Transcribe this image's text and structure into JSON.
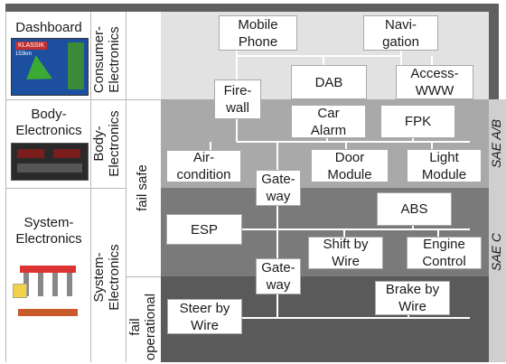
{
  "left_column": {
    "dashboard": {
      "label": "Dashboard",
      "screen_title": "KLASSIK",
      "screen_sub": "153km"
    },
    "body": {
      "label": "Body-\nElectronics"
    },
    "system": {
      "label": "System-\nElectronics"
    }
  },
  "domain_labels": {
    "consumer": "Consumer-\nElectronics",
    "body": "Body-\nElectronics",
    "system": "System-\nElectronics"
  },
  "safety_labels": {
    "fail_safe": "fail safe",
    "fail_operational": "fail\noperational"
  },
  "sae_labels": {
    "ab": "SAE A/B",
    "c": "SAE C"
  },
  "nodes": {
    "mobile_phone": "Mobile\nPhone",
    "navigation": "Navi-\ngation",
    "dab": "DAB",
    "access_www": "Access-\nWWW",
    "firewall": "Fire-\nwall",
    "car_alarm": "Car\nAlarm",
    "fpk": "FPK",
    "air_condition": "Air-\ncondition",
    "door_module": "Door\nModule",
    "light_module": "Light\nModule",
    "gateway_1": "Gate-\nway",
    "abs": "ABS",
    "esp": "ESP",
    "shift_by_wire": "Shift by\nWire",
    "engine_control": "Engine\nControl",
    "gateway_2": "Gate-\nway",
    "brake_by_wire": "Brake by\nWire",
    "steer_by_wire": "Steer by\nWire"
  },
  "colors": {
    "band_consumer": "#e2e2e2",
    "band_body": "#a9a9a9",
    "band_system": "#7a7a7a",
    "band_failop": "#5a5a5a",
    "right_strip": "#cfcfcf",
    "line": "#ffffff"
  }
}
